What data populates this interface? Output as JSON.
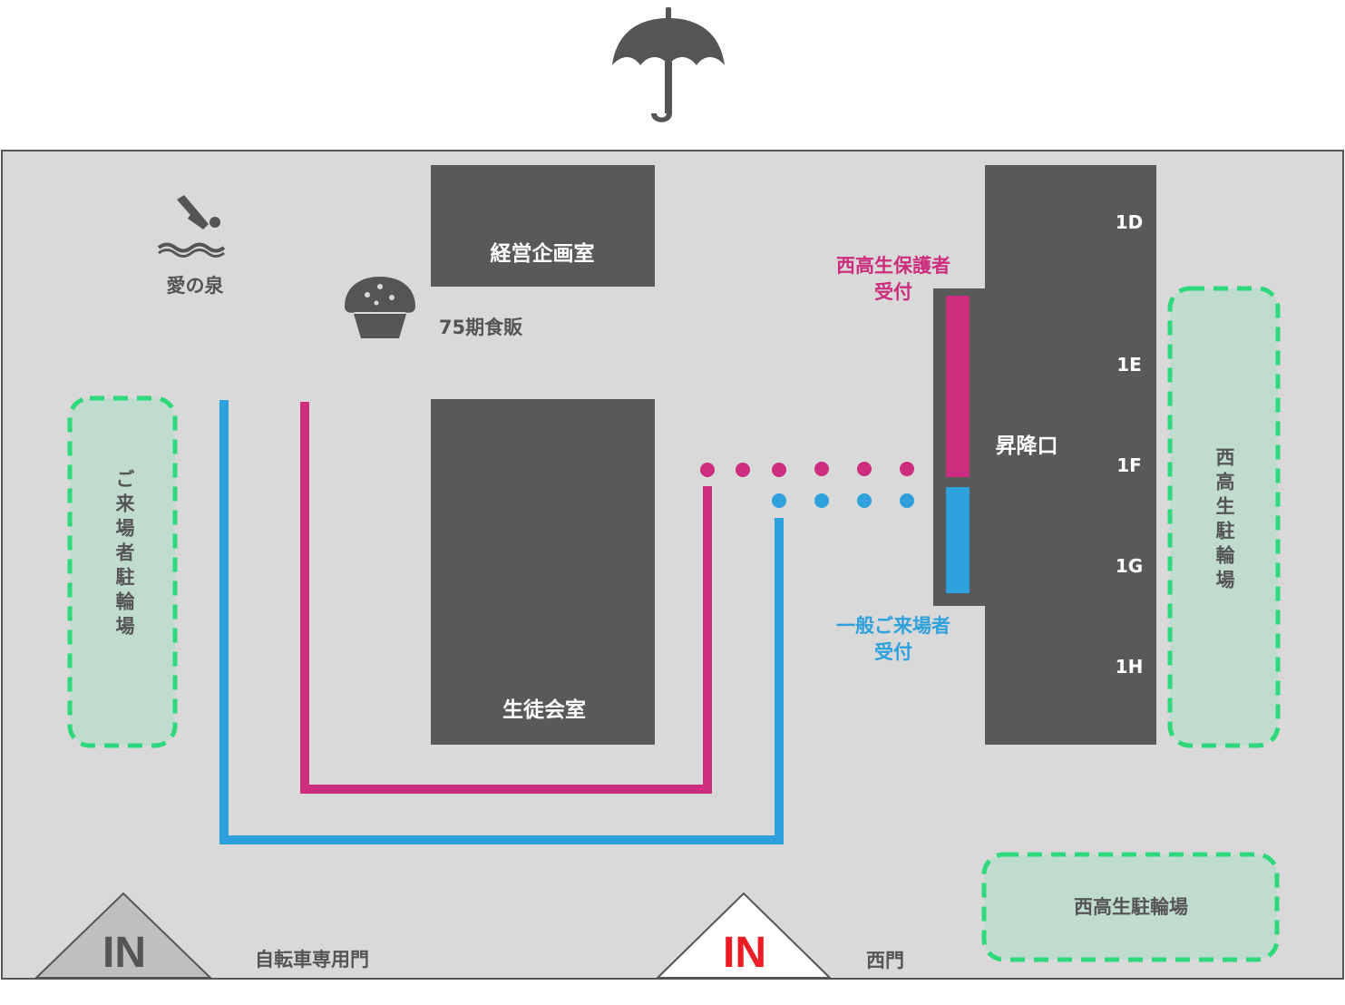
{
  "header": {
    "icon": "umbrella-icon"
  },
  "places": {
    "fountain": {
      "label": "愛の泉",
      "icon": "diving-swimmer-icon"
    },
    "food_sale": {
      "label": "75期食販",
      "icon": "cupcake-icon"
    },
    "management_room": {
      "label": "経営企画室"
    },
    "student_council_room": {
      "label": "生徒会室"
    },
    "entrance": {
      "label": "昇降口"
    }
  },
  "classrooms": [
    "1D",
    "1E",
    "1F",
    "1G",
    "1H"
  ],
  "reception": {
    "parents": {
      "line1": "西高生保護者",
      "line2": "受付",
      "color": "#cc2d7e"
    },
    "general": {
      "line1": "一般ご来場者",
      "line2": "受付",
      "color": "#2ea1dc"
    }
  },
  "parking": {
    "visitor": {
      "label": "ご来場者駐輪場"
    },
    "student_right": {
      "label": "西高生駐輪場"
    },
    "student_bottom": {
      "label": "西高生駐輪場"
    }
  },
  "gates": {
    "bicycle": {
      "in_label": "IN",
      "label": "自転車専用門",
      "color": "#555555"
    },
    "west": {
      "in_label": "IN",
      "label": "西門",
      "color": "#ee1c25"
    }
  },
  "colors": {
    "ground": "#d9d9d9",
    "building": "#595959",
    "parking_fill": "#bfdcce",
    "parking_border": "#2ed87b",
    "parents_route": "#cc2d7e",
    "general_route": "#2ea1dc"
  }
}
